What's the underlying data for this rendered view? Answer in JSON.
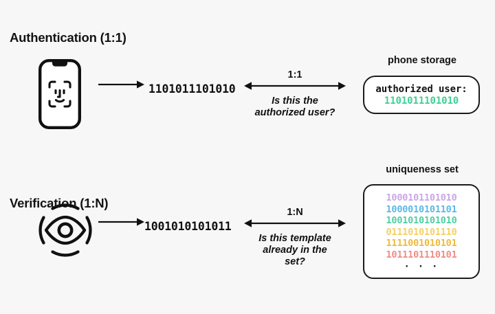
{
  "background_color": "#f7f7f7",
  "sections": {
    "authentication": {
      "title": "Authentication (1:1)",
      "source_icon": "faceid-phone-icon",
      "template_binary": "1101011101010",
      "ratio_label": "1:1",
      "question": "Is this the\nauthorized user?",
      "storage": {
        "caption": "phone storage",
        "record_label": "authorized user:",
        "record_value": "1101011101010",
        "record_value_color": "#3ecf94"
      }
    },
    "verification": {
      "title": "Verification (1:N)",
      "source_icon": "iris-eye-scan-icon",
      "template_binary": "1001010101011",
      "ratio_label": "1:N",
      "question": "Is this template\nalready in the\nset?",
      "storage": {
        "caption": "uniqueness set",
        "entries": [
          {
            "value": "1000101101010",
            "color": "#c9a6e8"
          },
          {
            "value": "1000010101101",
            "color": "#5bb8e8"
          },
          {
            "value": "1001010101010",
            "color": "#4ecfa3"
          },
          {
            "value": "0111010101110",
            "color": "#f5d061"
          },
          {
            "value": "1111001010101",
            "color": "#f0b93b"
          },
          {
            "value": "1011101110101",
            "color": "#f08a86"
          }
        ],
        "ellipsis": "· · ·"
      }
    }
  }
}
